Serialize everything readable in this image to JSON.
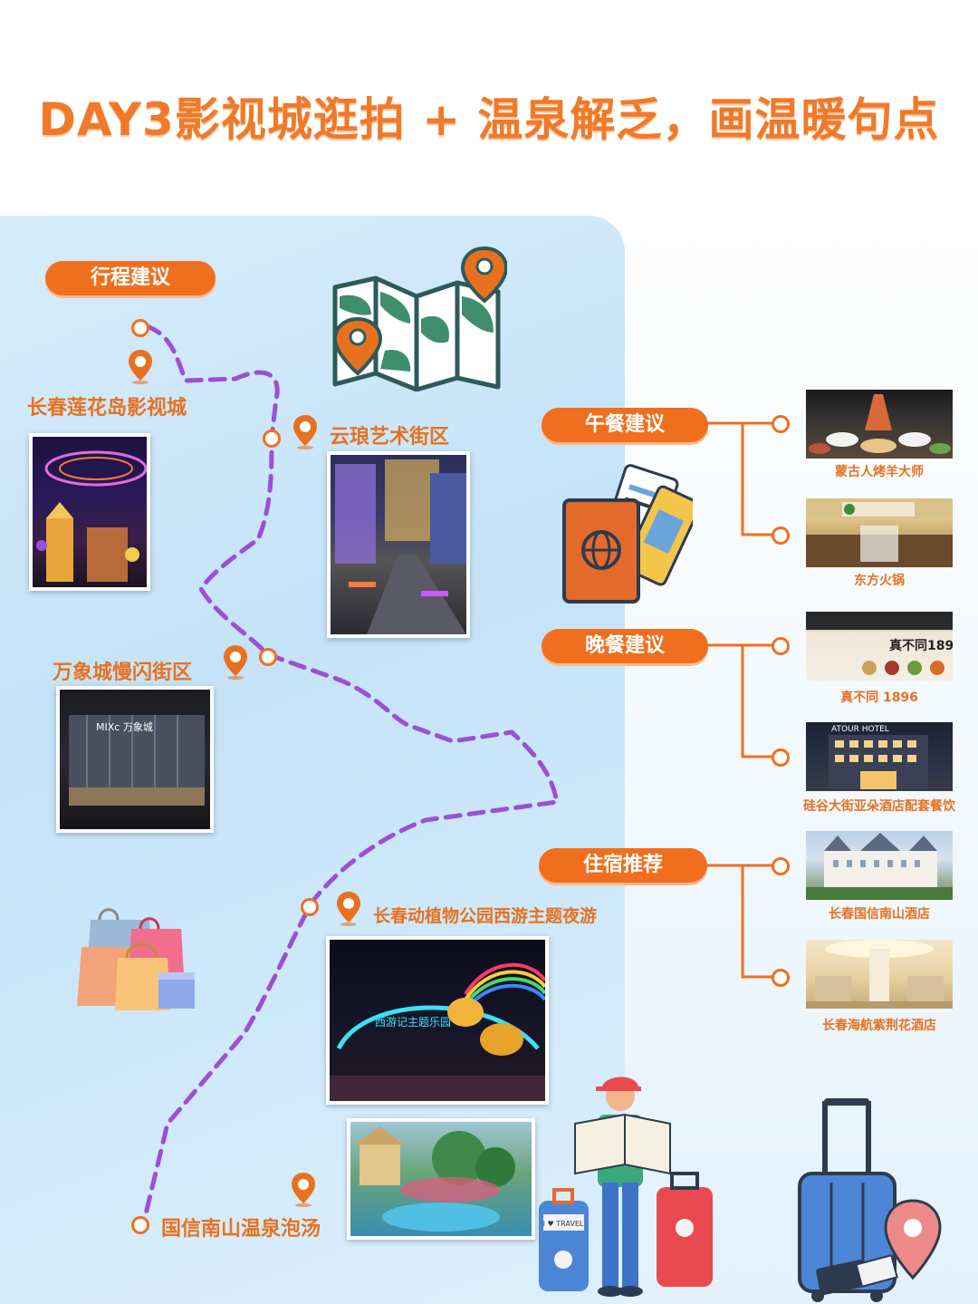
{
  "title": "DAY3影视城逛拍 + 温泉解乏，画温暖句点",
  "itinerary_label": "行程建议",
  "places": {
    "p1": "长春莲花岛影视城",
    "p2": "云琅艺术街区",
    "p3": "万象城慢闪街区",
    "p4": "长春动植物公园西游主题夜游",
    "p5": "国信南山温泉泡汤"
  },
  "lunch": {
    "label": "午餐建议",
    "items": [
      "蒙古人烤羊大师",
      "东方火锅"
    ]
  },
  "dinner": {
    "label": "晚餐建议",
    "items": [
      "真不同 1896",
      "硅谷大街亚朵酒店配套餐饮"
    ]
  },
  "stay": {
    "label": "住宿推荐",
    "items": [
      "长春国信南山酒店",
      "长春海航紫荆花酒店"
    ]
  },
  "photo_text": {
    "mall_sign": "MIXc 万象城",
    "zhenbutong": "真不同1896",
    "atour": "ATOUR HOTEL",
    "zoo_gate": "西游记主题乐园",
    "luggage_sticker": "I ♥ TRAVEL"
  },
  "colors": {
    "accent": "#f06f1e",
    "route": "#9b4fd6",
    "panel": "#cfe7f9"
  }
}
